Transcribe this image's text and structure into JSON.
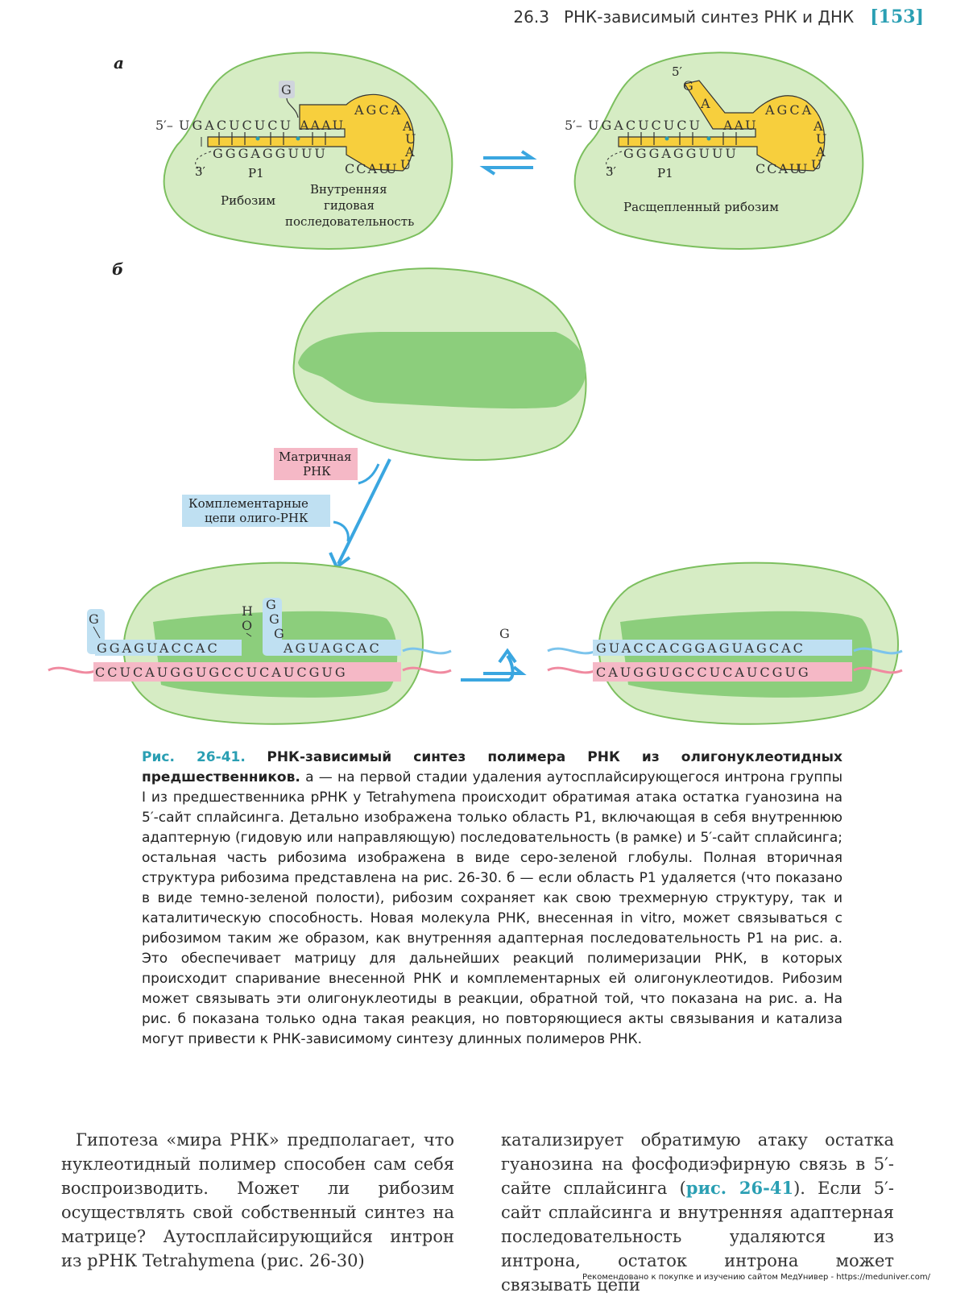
{
  "header": {
    "section": "26.3",
    "title": "РНК-зависимый синтез РНК и ДНК",
    "page_number": "[153]"
  },
  "figure": {
    "panel_a": {
      "label": "а",
      "left": {
        "five_prime": "5′–",
        "top_strand": "UGACUCUCU",
        "yellow_top": "AAAU",
        "loop_letters": [
          "A",
          "G",
          "C",
          "A",
          "A",
          "U",
          "A",
          "U",
          "U",
          "U"
        ],
        "bottom_strand": "GGGAGGUUU",
        "bottom_tail": "CCAU",
        "three_prime": "3′",
        "guanosine": "G",
        "p1": "P1",
        "ribozyme": "Рибозим",
        "internal_1": "Внутренняя",
        "internal_2": "гидовая",
        "internal_3": "последовательность"
      },
      "right": {
        "five_prime": "5′–",
        "five_prime_top": "5′",
        "top_strand": "UGACUCUCU",
        "top_g": "G",
        "top_a": "A",
        "yellow_top": "AAU",
        "bottom_strand": "GGGAGGUUU",
        "bottom_tail": "CCAU",
        "three_prime": "3′",
        "p1": "P1",
        "label": "Расщепленный рибозим"
      }
    },
    "panel_b": {
      "label": "б",
      "matrix_label_1": "Матричная",
      "matrix_label_2": "РНК",
      "oligo_label_1": "Комплементарные",
      "oligo_label_2": "цепи олиго-РНК",
      "left": {
        "g_top": "G",
        "top_strand": "GGAGUACCAC",
        "ho_h": "H",
        "ho_o": "O",
        "stack_g1": "G",
        "stack_g2": "G",
        "stack_g3": "G",
        "top_right": "AGUAGCAC",
        "bottom_strand": "CCUCAUGGUGCCUCAUCGUG"
      },
      "released_g": "G",
      "right": {
        "top_strand": "GUACCACGGAGUAGCAC",
        "bottom_strand": "CAUGGUGCCUCAUCGUG"
      }
    }
  },
  "caption": {
    "title": "Рис. 26-41.",
    "head": "РНК-зависимый синтез полимера РНК из олигонуклеотидных предшественников.",
    "body": "а — на первой стадии удаления аутосплайсирующегося интрона группы I из предшественника рРНК у Tetrahymena происходит обратимая атака остатка гуанозина на 5′-сайт сплайсинга. Детально изображена только область P1, включающая в себя внутреннюю адаптерную (гидовую или направляющую) последовательность (в рамке) и 5′-сайт сплайсинга; остальная часть рибозима изображена в виде серо-зеленой глобулы. Полная вторичная структура рибозима представлена на рис. 26-30. б — если область P1 удаляется (что показано в виде темно-зеленой полости), рибозим сохраняет как свою трехмерную структуру, так и каталитическую способность. Новая молекула РНК, внесенная in vitro, может связываться с рибозимом таким же образом, как внутренняя адаптерная последовательность P1 на рис. а. Это обеспечивает матрицу для дальнейших реакций полимеризации РНК, в которых происходит спаривание внесенной РНК и комплементарных ей олигонуклеотидов. Рибозим может связывать эти олигонуклеотиды в реакции, обратной той, что показана на рис. а. На рис. б показана только одна такая реакция, но повторяющиеся акты связывания и катализа могут привести к РНК-зависимому синтезу длинных полимеров РНК."
  },
  "body_text": {
    "col1": "Гипотеза «мира РНК» предполагает, что нуклеотидный полимер способен сам себя воспроизводить. Может ли рибозим осуществлять свой собственный синтез на матрице? Аутосплайсирующийся интрон из рРНК Tetrahymena (рис. 26-30)",
    "col2_before": "катализирует обратимую атаку остатка гуанозина на фосфодиэфирную связь в 5′-сайте сплайсинга (",
    "col2_ref": "рис. 26-41",
    "col2_after": "). Если 5′-сайт сплайсинга и внутренняя адаптерная последовательность удаляются из интрона, остаток интрона может связывать цепи"
  },
  "footer": "Рекомендовано к покупке и изучению сайтом МедУнивер - https://meduniver.com/",
  "colors": {
    "accent": "#2a9fb3",
    "globule": "#d6ecc4",
    "globule_border": "#7cbf5e",
    "cavity": "#8cce7c",
    "yellow": "#f7cf3d",
    "pink": "#f5b8c6",
    "blue": "#bfe0f2",
    "arrow": "#3aa6e0"
  }
}
